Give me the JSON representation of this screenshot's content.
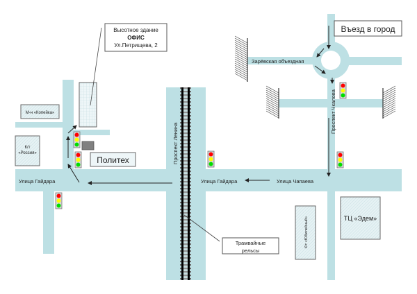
{
  "title": "Схема проезда",
  "colors": {
    "road": "#bde0e4",
    "building_fill": "#e6f2f4",
    "office_fill": "#eef6f8",
    "light_red": "#ff0000",
    "light_yellow": "#ffff00",
    "light_green": "#00dd00",
    "rail": "#000000",
    "shop_fill": "#808080"
  },
  "callouts": {
    "office": {
      "line1": "Высотное здание",
      "line2": "ОФИС",
      "line3": "Ул.Петрищева, 2"
    },
    "city_entry": "Въезд в город",
    "tram_rails": {
      "line1": "Трамвайные",
      "line2": "рельсы"
    }
  },
  "streets": {
    "zarevskaya": "Зарёвская объездная",
    "chkalova": "Проспект Чкалова",
    "lenina": "Проспект Ленина",
    "gaidara_left": "Улица Гайдара",
    "gaidara_right": "Улица Гайдара",
    "chapaeva": "Улица Чапаева"
  },
  "places": {
    "kopeika": "М-н «Копейка»",
    "rossiya_line1": "К/т",
    "rossiya_line2": "«Россия»",
    "politeh": "Политех",
    "yubileiny": "К/т «Юбилейный»",
    "edem": "ТЦ «Эдем»"
  },
  "icons": {
    "traffic_light": "traffic-light-icon",
    "arrow": "route-arrow-icon",
    "dead_end": "hatched-barrier-icon",
    "roundabout": "roundabout-icon"
  }
}
